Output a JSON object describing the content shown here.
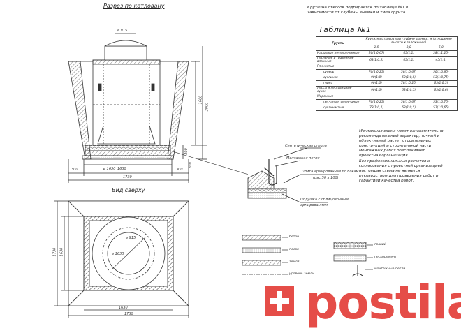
{
  "section_title": "Разрез по котловану",
  "plan_title": "Вид сверху",
  "slope_note": [
    "Крутизна откосов подбирается по таблице №1 в",
    "зависимости от глубины выемки и типа грунта"
  ],
  "table_title": "Таблица №1",
  "table": {
    "col_soil": "Грунты",
    "col_group": "Крутизна откосов при глубине выемки, м (отношение высоты к заложению)",
    "depths": [
      "1,5",
      "3,0",
      "5,0"
    ],
    "rows": [
      {
        "name": "Насыпные неуплотненные",
        "values": [
          "56(1:0,67)",
          "45(1:1)",
          "38(1:1,25)"
        ],
        "sub": false
      },
      {
        "name": "Песчаные и гравийные влажные",
        "values": [
          "63(1:0,5)",
          "45(1:1)",
          "45(1:1)"
        ],
        "sub": false
      },
      {
        "name": "Глинистые",
        "values": [
          "",
          "",
          ""
        ],
        "sub": false
      },
      {
        "name": "супесь",
        "values": [
          "76(1:0,25)",
          "56(1:0,67)",
          "50(1:0,85)"
        ],
        "sub": true
      },
      {
        "name": "суглинок",
        "values": [
          "90(1:0)",
          "63(1:0,5)",
          "53(1:0,75)"
        ],
        "sub": true
      },
      {
        "name": "глина",
        "values": [
          "90(1:0)",
          "76(1:0,25)",
          "63(1:0,5)"
        ],
        "sub": true
      },
      {
        "name": "Лессы и лессовидные сухие",
        "values": [
          "90(1:0)",
          "63(1:0,5)",
          "63(1:0,6)"
        ],
        "sub": false
      },
      {
        "name": "Моренные",
        "values": [
          "",
          "",
          ""
        ],
        "sub": false
      },
      {
        "name": "песчаные, супесчаные",
        "values": [
          "76(1:0,25)",
          "56(1:0,67)",
          "53(1:0,75)"
        ],
        "sub": true
      },
      {
        "name": "суглинистые",
        "values": [
          "78(1:0,2)",
          "63(1:0,5)",
          "57(1:0,65)"
        ],
        "sub": true
      }
    ]
  },
  "disclaimer": [
    "Монтажная схема носит ознакомительно",
    "рекомендательный характер, точный и",
    "объективный расчет строительных",
    "конструкций и строительной части",
    "монтажных работ обеспечивает",
    "проектная организация.",
    "Без профессиональных расчетов и",
    "согласования с проектной организацией",
    "настоящая схема не является",
    "руководством для проведения работ и",
    "гарантией качества работ."
  ],
  "callouts": {
    "synthetic_tape": "Синтетическая стропа",
    "mounting_loop": "Монтажная петля",
    "concrete_plate": "Плита армированная по бокам",
    "concrete_plate_2": "(цвс 50 х 100)",
    "pillow": "Подушка с облицовочным",
    "pillow_2": "армированием"
  },
  "dims": {
    "dia_top": "ø 915",
    "dia_bottom": "ø 1630",
    "dia_plan": "ø 1630",
    "dia_plan_inner": "ø 915",
    "h_body": "1660",
    "h_total": "2000",
    "h_base": "300",
    "h_small": "200",
    "w_inner": "1630",
    "w_outer": "1730",
    "w_plan_inner": "1630",
    "w_plan_outer": "1730",
    "side_left": "300",
    "side_right": "300",
    "plan_v1": "1730",
    "plan_v2": "1630"
  },
  "legend": {
    "concrete": "бетон",
    "sand": "песок",
    "soil": "земля",
    "ground_level": "уровень земли",
    "gravel": "гравий",
    "cement_sand": "пескоцемент",
    "loop": "монтажные петли"
  },
  "brand": "postila.ru",
  "colors": {
    "line": "#333333",
    "hatch": "#555555",
    "brand": "#e12f29"
  }
}
